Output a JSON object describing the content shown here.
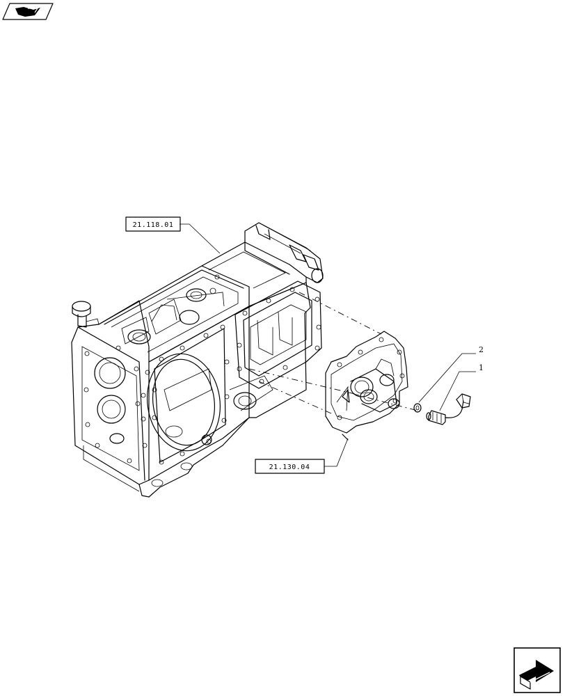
{
  "references": {
    "housing_ref": "21.118.01",
    "cover_ref": "21.130.04"
  },
  "callouts": {
    "item_2": "2",
    "item_1": "1"
  },
  "icons": {
    "top_left": "book-nav-icon",
    "bottom_right": "next-page-arrow-icon"
  },
  "colors": {
    "line": "#000000",
    "background": "#ffffff"
  }
}
